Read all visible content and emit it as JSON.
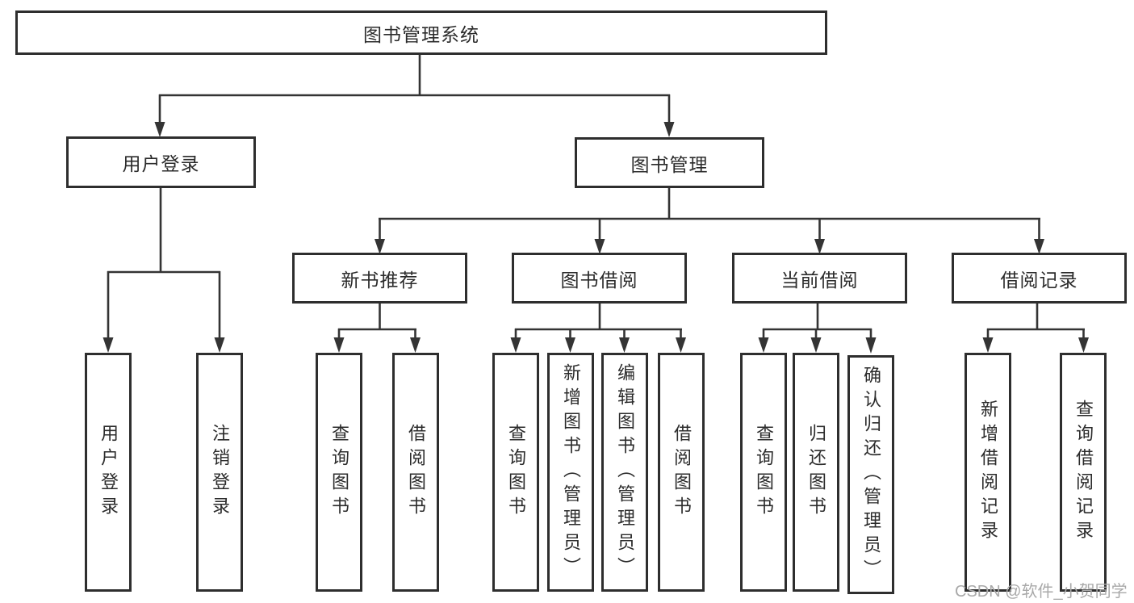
{
  "diagram": {
    "title": {
      "label": "图书管理系统"
    },
    "level2": [
      {
        "label": "用户登录"
      },
      {
        "label": "图书管理"
      }
    ],
    "level3": [
      {
        "label": "新书推荐"
      },
      {
        "label": "图书借阅"
      },
      {
        "label": "当前借阅"
      },
      {
        "label": "借阅记录"
      }
    ],
    "leaves": {
      "login": [
        "用户登录",
        "注销登录"
      ],
      "recommend": [
        "查询图书",
        "借阅图书"
      ],
      "borrow": [
        "查询图书",
        "新增图书（管理员）",
        "编辑图书（管理员）",
        "借阅图书"
      ],
      "current": [
        "查询图书",
        "归还图书",
        "确认归还（管理员）"
      ],
      "records": [
        "新增借阅记录",
        "查询借阅记录"
      ]
    }
  },
  "watermark": {
    "text": "CSDN @软件_小贺同学",
    "color": "#a9a9a9"
  },
  "colors": {
    "line": "#343434",
    "box_border": "#2e2e2e",
    "text": "#2b2b2b",
    "background": "#ffffff"
  }
}
